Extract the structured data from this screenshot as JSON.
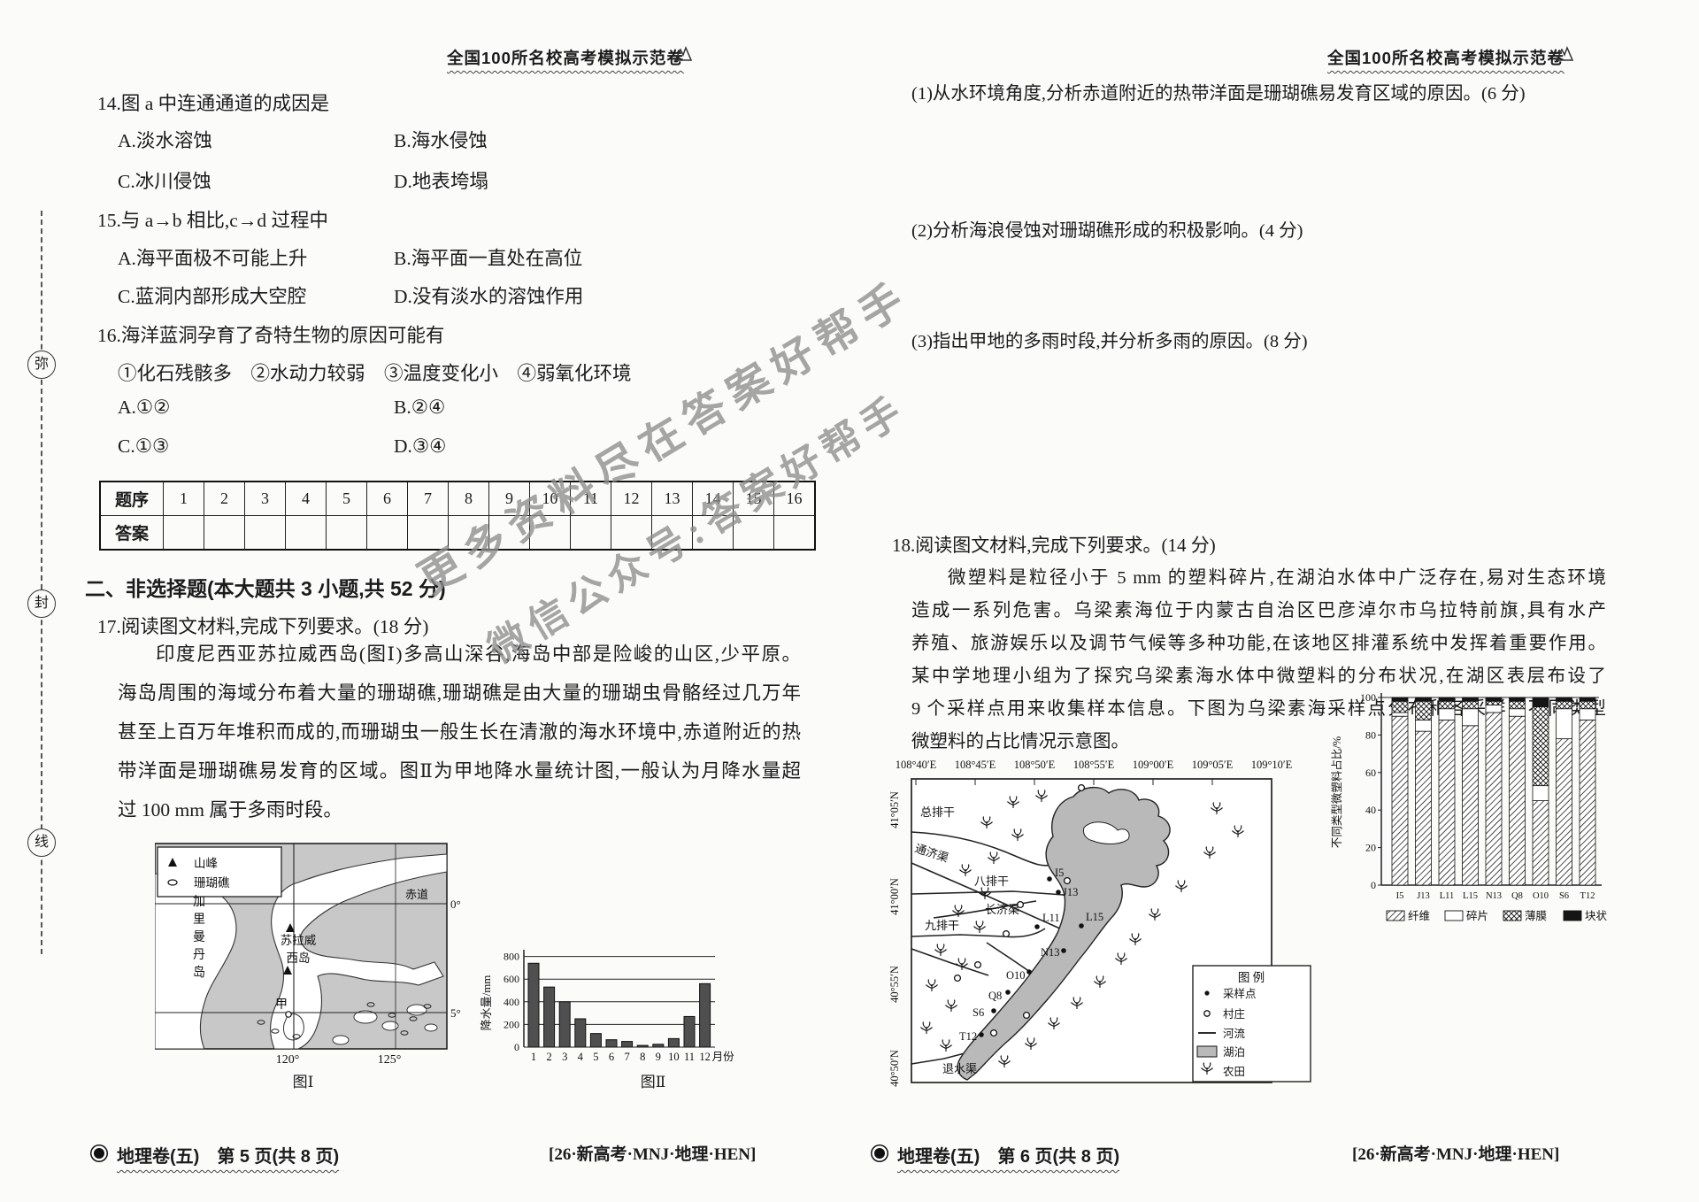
{
  "header": {
    "title": "全国100所名校高考模拟示范卷"
  },
  "seal_marks": [
    "弥",
    "封",
    "线"
  ],
  "watermarks": {
    "line1": "更多资料尽在答案好帮手",
    "line2": "微信公众号:答案好帮手"
  },
  "left": {
    "q14": {
      "stem": "14.图 a 中连通通道的成因是",
      "a": "A.淡水溶蚀",
      "b": "B.海水侵蚀",
      "c": "C.冰川侵蚀",
      "d": "D.地表垮塌"
    },
    "q15": {
      "stem": "15.与 a→b 相比,c→d 过程中",
      "a": "A.海平面极不可能上升",
      "b": "B.海平面一直处在高位",
      "c": "C.蓝洞内部形成大空腔",
      "d": "D.没有淡水的溶蚀作用"
    },
    "q16": {
      "stem": "16.海洋蓝洞孕育了奇特生物的原因可能有",
      "sub": "①化石残骸多　②水动力较弱　③温度变化小　④弱氧化环境",
      "a": "A.①②",
      "b": "B.②④",
      "c": "C.①③",
      "d": "D.③④"
    },
    "answer_table": {
      "header_label": "题序",
      "answer_label": "答案",
      "numbers": [
        "1",
        "2",
        "3",
        "4",
        "5",
        "6",
        "7",
        "8",
        "9",
        "10",
        "11",
        "12",
        "13",
        "14",
        "15",
        "16"
      ]
    },
    "section_heading": "二、非选择题(本大题共 3 小题,共 52 分)",
    "q17_heading": "17.阅读图文材料,完成下列要求。(18 分)",
    "q17_lines": [
      "印度尼西亚苏拉威西岛(图Ⅰ)多高山深谷,海岛中部是险峻的山区,少平原。",
      "海岛周围的海域分布着大量的珊瑚礁,珊瑚礁是由大量的珊瑚虫骨骼经过几万年",
      "甚至上百万年堆积而成的,而珊瑚虫一般生长在清澈的海水环境中,赤道附近的热",
      "带洋面是珊瑚礁易发育的区域。图Ⅱ为甲地降水量统计图,一般认为月降水量超",
      "过 100 mm 属于多雨时段。"
    ],
    "fig1": {
      "legend_peak": "山峰",
      "legend_coral": "珊瑚礁",
      "island_left": "加里曼丹岛",
      "island_main": "苏拉威西岛",
      "equator": "赤道",
      "lat0": "0°",
      "lat5": "5°",
      "point_a": "甲",
      "lon120": "120°",
      "lon125": "125°",
      "caption": "图Ⅰ"
    },
    "fig2": {
      "caption": "图Ⅱ"
    },
    "footer": {
      "page": "地理卷(五)　第 5 页(共 8 页)",
      "code": "[26·新高考·MNJ·地理·HEN]"
    }
  },
  "right": {
    "sub1": "(1)从水环境角度,分析赤道附近的热带洋面是珊瑚礁易发育区域的原因。(6 分)",
    "sub2": "(2)分析海浪侵蚀对珊瑚礁形成的积极影响。(4 分)",
    "sub3": "(3)指出甲地的多雨时段,并分析多雨的原因。(8 分)",
    "q18_heading": "18.阅读图文材料,完成下列要求。(14 分)",
    "q18_lines": [
      "微塑料是粒径小于 5 mm 的塑料碎片,在湖泊水体中广泛存在,易对生态环境",
      "造成一系列危害。乌梁素海位于内蒙古自治区巴彦淖尔市乌拉特前旗,具有水产",
      "养殖、旅游娱乐以及调节气候等多种功能,在该地区排灌系统中发挥着重要作用。",
      "某中学地理小组为了探究乌梁素海水体中微塑料的分布状况,在湖区表层布设了",
      "9 个采样点用来收集样本信息。下图为乌梁素海采样点分布和各采样点不同类型",
      "微塑料的占比情况示意图。"
    ],
    "map": {
      "lon_labels": [
        "108°40′E",
        "108°45′E",
        "108°50′E",
        "108°55′E",
        "109°00′E",
        "109°05′E",
        "109°10′E"
      ],
      "lat_labels": [
        "41°05′N",
        "41°00′N",
        "40°55′N",
        "40°50′N"
      ],
      "canals": {
        "zpg": "总排干",
        "tjq": "通济渠",
        "bpg": "八排干",
        "cjq": "长济渠",
        "jpg": "九排干",
        "tsq": "退水渠"
      },
      "points": [
        "I5",
        "J13",
        "L11",
        "L15",
        "N13",
        "O10",
        "Q8",
        "S6",
        "T12"
      ],
      "legend": {
        "title": "图 例",
        "sample": "采样点",
        "village": "村庄",
        "river": "河流",
        "lake": "湖泊",
        "farm": "农田"
      }
    },
    "footer": {
      "page": "地理卷(五)　第 6 页(共 8 页)",
      "code": "[26·新高考·MNJ·地理·HEN]"
    }
  },
  "chart_data": [
    {
      "type": "bar",
      "caption": "图Ⅱ",
      "ylabel": "降水量/mm",
      "x_suffix": "月份",
      "categories": [
        "1",
        "2",
        "3",
        "4",
        "5",
        "6",
        "7",
        "8",
        "9",
        "10",
        "11",
        "12"
      ],
      "values": [
        740,
        530,
        400,
        250,
        120,
        65,
        50,
        15,
        25,
        75,
        270,
        560
      ],
      "y_ticks": [
        0,
        200,
        400,
        600,
        800
      ],
      "ylim": [
        0,
        800
      ],
      "grid": true
    },
    {
      "type": "stacked-bar",
      "ylabel": "不同类型微塑料占比/%",
      "categories": [
        "I5",
        "J13",
        "L11",
        "L15",
        "N13",
        "Q8",
        "O10",
        "S6",
        "T12"
      ],
      "series": [
        {
          "name": "纤维",
          "values": [
            90,
            82,
            88,
            85,
            92,
            90,
            45,
            78,
            88
          ]
        },
        {
          "name": "碎片",
          "values": [
            2,
            6,
            6,
            9,
            4,
            4,
            8,
            16,
            6
          ]
        },
        {
          "name": "薄膜",
          "values": [
            6,
            10,
            4,
            4,
            2,
            4,
            42,
            4,
            4
          ]
        },
        {
          "name": "块状",
          "values": [
            2,
            2,
            2,
            2,
            2,
            2,
            5,
            2,
            2
          ]
        }
      ],
      "y_ticks": [
        0,
        20,
        40,
        60,
        80,
        100
      ],
      "ylim": [
        0,
        100
      ],
      "legend_position": "bottom"
    }
  ]
}
